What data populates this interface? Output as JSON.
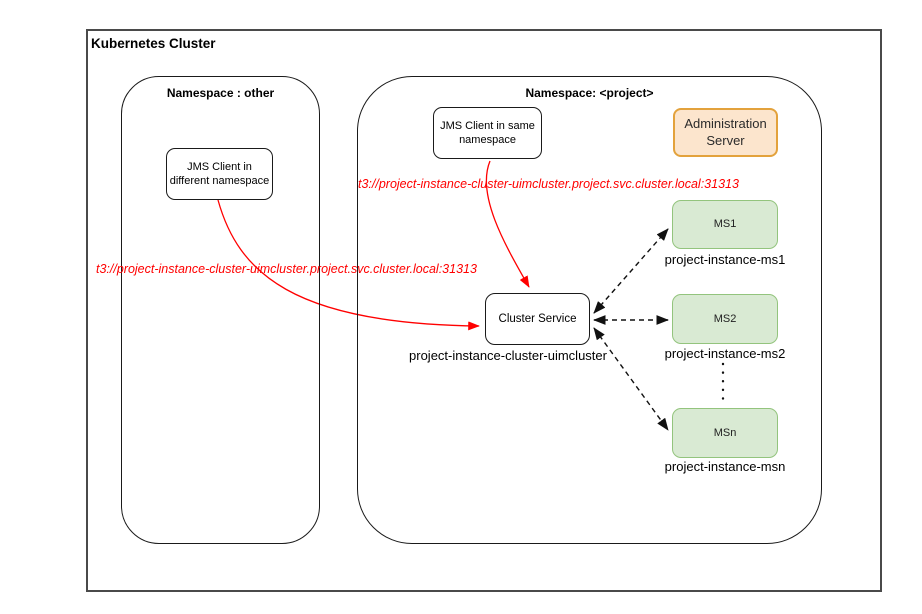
{
  "diagram": {
    "title": "Kubernetes Cluster",
    "namespace_other": {
      "title": "Namespace : other",
      "jms_client_label": "JMS Client in different namespace"
    },
    "namespace_project": {
      "title": "Namespace: <project>",
      "jms_client_label": "JMS Client in same namespace",
      "admin_server_label": "Administration Server",
      "cluster_service": {
        "label": "Cluster Service",
        "caption": "project-instance-cluster-uimcluster"
      },
      "managed_servers": [
        {
          "label": "MS1",
          "caption": "project-instance-ms1"
        },
        {
          "label": "MS2",
          "caption": "project-instance-ms2"
        },
        {
          "label": "MSn",
          "caption": "project-instance-msn"
        }
      ]
    },
    "urls": {
      "from_same_namespace": "t3://project-instance-cluster-uimcluster.project.svc.cluster.local:31313",
      "from_other_namespace": "t3://project-instance-cluster-uimcluster.project.svc.cluster.local:31313"
    },
    "colors": {
      "red": "#ff0000",
      "ms_fill": "#d9ead3",
      "ms_border": "#93c47d",
      "admin_fill": "#fce5cd",
      "admin_border": "#e3a23c",
      "outer_border": "#4a4a4a",
      "box_border": "#1a1a1a"
    }
  }
}
